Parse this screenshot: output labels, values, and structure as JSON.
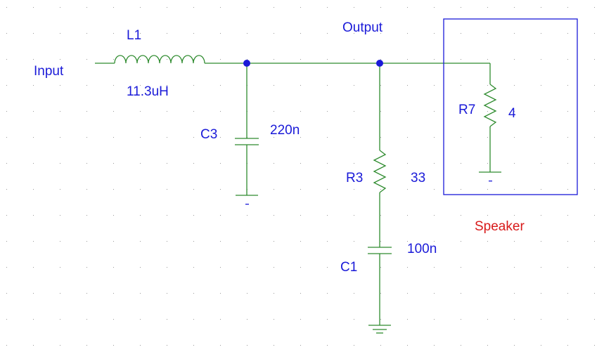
{
  "labels": {
    "input": "Input",
    "output": "Output",
    "speaker": "Speaker"
  },
  "components": {
    "l1": {
      "ref": "L1",
      "value": "11.3uH"
    },
    "c3": {
      "ref": "C3",
      "value": "220n"
    },
    "r3": {
      "ref": "R3",
      "value": "33"
    },
    "c1": {
      "ref": "C1",
      "value": "100n"
    },
    "r7": {
      "ref": "R7",
      "value": "4"
    }
  },
  "ground_marks": {
    "minus": "-"
  },
  "colors": {
    "wire": "#2e8b2e",
    "text": "#1a1ad8",
    "speaker_text": "#d81a1a",
    "grid_dot": "#9a9a9a"
  }
}
